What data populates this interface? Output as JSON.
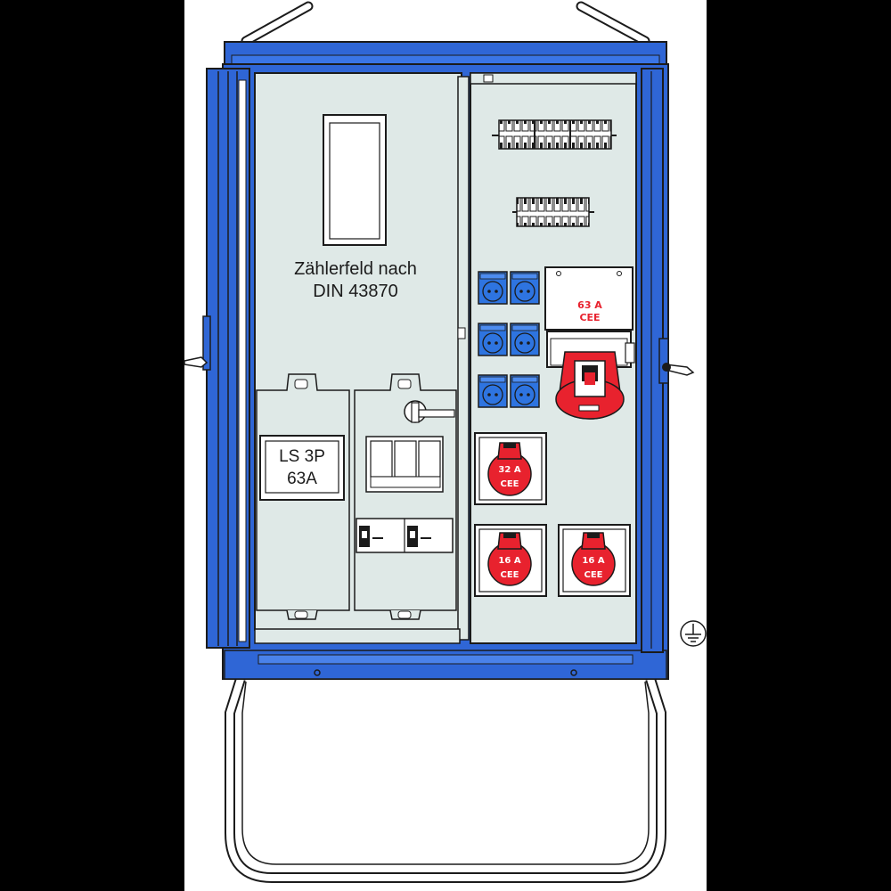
{
  "meter_field": {
    "line1": "Zählerfeld nach",
    "line2": "DIN 43870"
  },
  "main_breaker": {
    "line1": "LS 3P",
    "line2": "63A"
  },
  "sockets": {
    "cee_63": {
      "line1": "63 A",
      "line2": "CEE"
    },
    "cee_32": {
      "line1": "32 A",
      "line2": "CEE"
    },
    "cee_16_left": {
      "line1": "16 A",
      "line2": "CEE"
    },
    "cee_16_right": {
      "line1": "16 A",
      "line2": "CEE"
    }
  },
  "colors": {
    "cabinet_blue": "#2f66d6",
    "panel_fill": "#dfe9e7",
    "cee_red": "#e8222e",
    "socket_blue": "#2e74e0",
    "outline": "#1b1b1b",
    "background": "#000000",
    "paper": "#ffffff"
  },
  "icons": [
    "earth-ground-icon",
    "schuko-socket-icon",
    "cee-socket-icon",
    "rotary-switch-icon",
    "circuit-breaker-icon",
    "handle-icon"
  ]
}
